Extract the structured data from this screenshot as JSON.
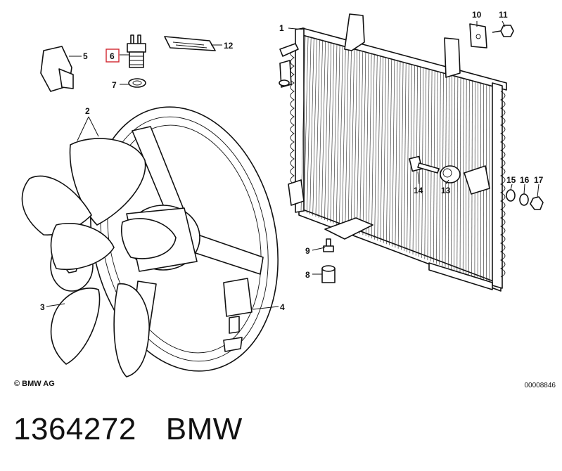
{
  "diagram": {
    "callouts": [
      {
        "id": "1",
        "label": "1"
      },
      {
        "id": "2",
        "label": "2"
      },
      {
        "id": "3",
        "label": "3"
      },
      {
        "id": "4",
        "label": "4"
      },
      {
        "id": "5",
        "label": "5"
      },
      {
        "id": "6",
        "label": "6",
        "highlighted": true
      },
      {
        "id": "7",
        "label": "7"
      },
      {
        "id": "8",
        "label": "8"
      },
      {
        "id": "9",
        "label": "9"
      },
      {
        "id": "10",
        "label": "10"
      },
      {
        "id": "11",
        "label": "11"
      },
      {
        "id": "12",
        "label": "12"
      },
      {
        "id": "13",
        "label": "13"
      },
      {
        "id": "14",
        "label": "14"
      },
      {
        "id": "15",
        "label": "15"
      },
      {
        "id": "16",
        "label": "16"
      },
      {
        "id": "17",
        "label": "17"
      }
    ],
    "highlight_color": "#d1262f",
    "copyright": "© BMW AG",
    "diagram_code": "00008846"
  },
  "footer": {
    "part_number": "1364272",
    "brand": "BMW"
  }
}
